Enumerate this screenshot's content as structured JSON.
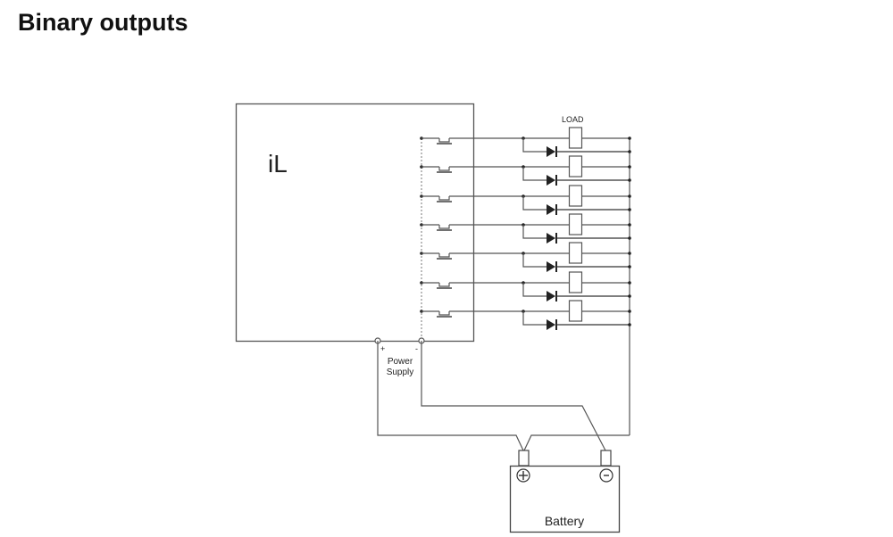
{
  "page": {
    "title": "Binary outputs"
  },
  "diagram": {
    "device_label": "iL",
    "load_label": "LOAD",
    "power_supply_label_line1": "Power",
    "power_supply_label_line2": "Supply",
    "plus_sign": "+",
    "minus_sign": "-",
    "battery_label": "Battery",
    "battery_plus_symbol": "+",
    "battery_minus_symbol": "-",
    "channel_count": 7,
    "components_per_channel": [
      "output-transistor",
      "load",
      "freewheeling-diode"
    ],
    "colors": {
      "line": "#555555",
      "ink": "#222222",
      "background": "#ffffff"
    }
  }
}
